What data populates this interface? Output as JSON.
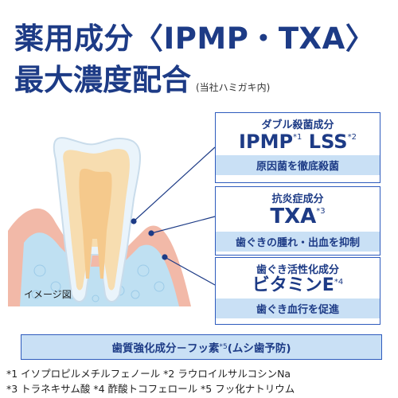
{
  "title": {
    "line1": "薬用成分〈IPMP・TXA〉",
    "line2": "最大濃度配合",
    "note": "(当社ハミガキ内)"
  },
  "image_note": "イメージ図",
  "callouts": [
    {
      "caption": "ダブル殺菌成分",
      "name1": "IPMP",
      "sup1": "*1",
      "name2": "LSS",
      "sup2": "*2",
      "effect": "原因菌を徹底殺菌"
    },
    {
      "caption": "抗炎症成分",
      "name1": "TXA",
      "sup1": "*3",
      "effect": "歯ぐきの腫れ・出血を抑制"
    },
    {
      "caption": "歯ぐき活性化成分",
      "name1": "ビタミンE",
      "sup1": "*4",
      "effect": "歯ぐき血行を促進"
    }
  ],
  "bottom_band": {
    "text_before": "歯質強化成分－フッ素",
    "sup": "*5",
    "text_after": "(ムシ歯予防)"
  },
  "footnotes": {
    "line1": "*1 イソプロピルメチルフェノール *2 ラウロイルサルコシンNa",
    "line2": "*3 トラネキサム酸 *4 酢酸トコフェロール *5 フッ化ナトリウム"
  },
  "colors": {
    "navy": "#1d3b86",
    "accent_blue": "#2e5bbd",
    "band_blue": "#c9e0f5",
    "gum_pink": "#f2b9a8",
    "bone_blue": "#bfe0f2",
    "dentin_yellow": "#f7ddb0"
  }
}
